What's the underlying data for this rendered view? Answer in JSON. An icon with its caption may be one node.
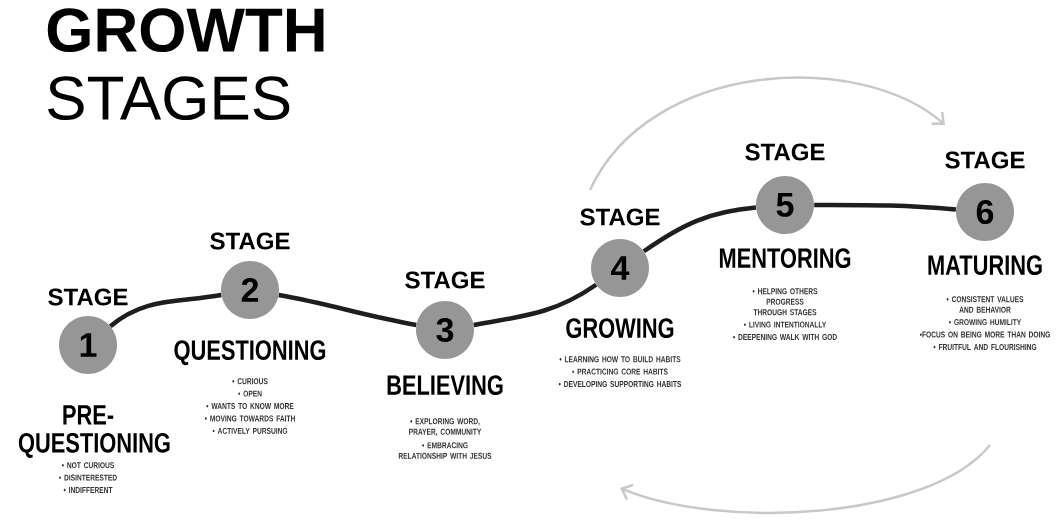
{
  "diagram": {
    "title": "**GROWTH** STAGES",
    "nodes": [
      {
        "text": [
          "STAGE",
          "1"
        ],
        "beside": [
          "PRE-QUESTIONING",
          "• NOT CURIOUS",
          "• DISINTERESTED",
          "• INDIFFERENT"
        ]
      },
      {
        "text": [
          "STAGE",
          "2"
        ],
        "beside": [
          "QUESTIONING",
          "• CURIOUS",
          "• OPEN",
          "• WANTS TO KNOW MORE",
          "• MOVING TOWARDS FAITH",
          "• ACTIVELY PURSUING"
        ]
      },
      {
        "text": [
          "STAGE",
          "3"
        ],
        "beside": [
          "BELIEVING",
          "• EXPLORING WORD, PRAYER, COMMUNITY",
          "• EMBRACING RELATIONSHIP WITH JESUS"
        ]
      },
      {
        "text": [
          "STAGE",
          "4"
        ],
        "beside": [
          "GROWING",
          "• LEARNING HOW TO BUILD HABITS",
          "• PRACTICING CORE HABITS",
          "• DEVELOPING SUPPORTING HABITS"
        ]
      },
      {
        "text": [
          "STAGE",
          "5"
        ],
        "beside": [
          "MENTORING",
          "• HELPING OTHERS PROGRESS THROUGH STAGES",
          "• LIVING INTENTIONALLY",
          "• DEEPENING WALK WITH GOD"
        ]
      },
      {
        "text": [
          "STAGE",
          "6"
        ],
        "beside": [
          "MATURING",
          "• CONSISTENT VALUES AND BEHAVIOR",
          "• GROWING HUMILITY",
          "•FOCUS ON BEING MORE THAN DOING",
          "• FRUITFUL AND FLOURISHING"
        ]
      }
    ],
    "edges": [
      {
        "from": 0,
        "to": 1,
        "arrow": "none"
      },
      {
        "from": 1,
        "to": 2,
        "arrow": "none"
      },
      {
        "from": 2,
        "to": 3,
        "arrow": "none"
      },
      {
        "from": 3,
        "to": 4,
        "arrow": "none"
      },
      {
        "from": 4,
        "to": 5,
        "arrow": "none"
      }
    ]
  }
}
